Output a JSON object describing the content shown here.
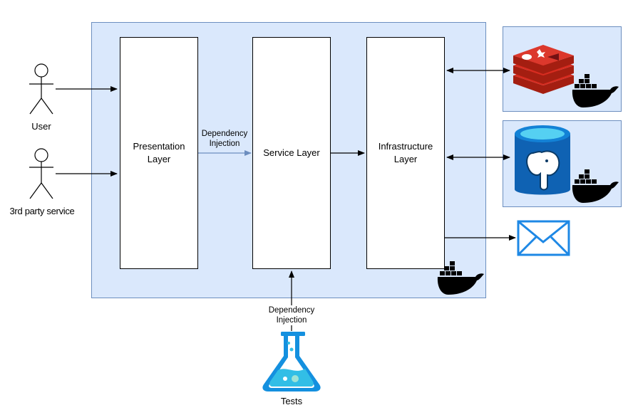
{
  "actors": {
    "user": "User",
    "third_party": "3rd party service"
  },
  "layers": {
    "presentation": "Presentation\nLayer",
    "service": "Service Layer",
    "infrastructure": "Infrastructure\nLayer"
  },
  "edges": {
    "di_presentation_service": "Dependency\nInjection",
    "di_tests_service": "Dependency\nInjection"
  },
  "tests": {
    "label": "Tests"
  },
  "icons": {
    "user": "person-icon",
    "third_party": "person-icon",
    "redis": "redis-icon",
    "postgres": "postgresql-icon",
    "mail": "mail-icon",
    "docker": "docker-icon",
    "tests": "flask-icon"
  },
  "colors": {
    "panel_fill": "#dae8fc",
    "panel_border": "#6c8ebf",
    "di_arrow": "#6c8ebf",
    "redis": "#c6302b",
    "postgres": "#0f62b3",
    "mail": "#1e88e5",
    "flask": "#32bee6"
  }
}
